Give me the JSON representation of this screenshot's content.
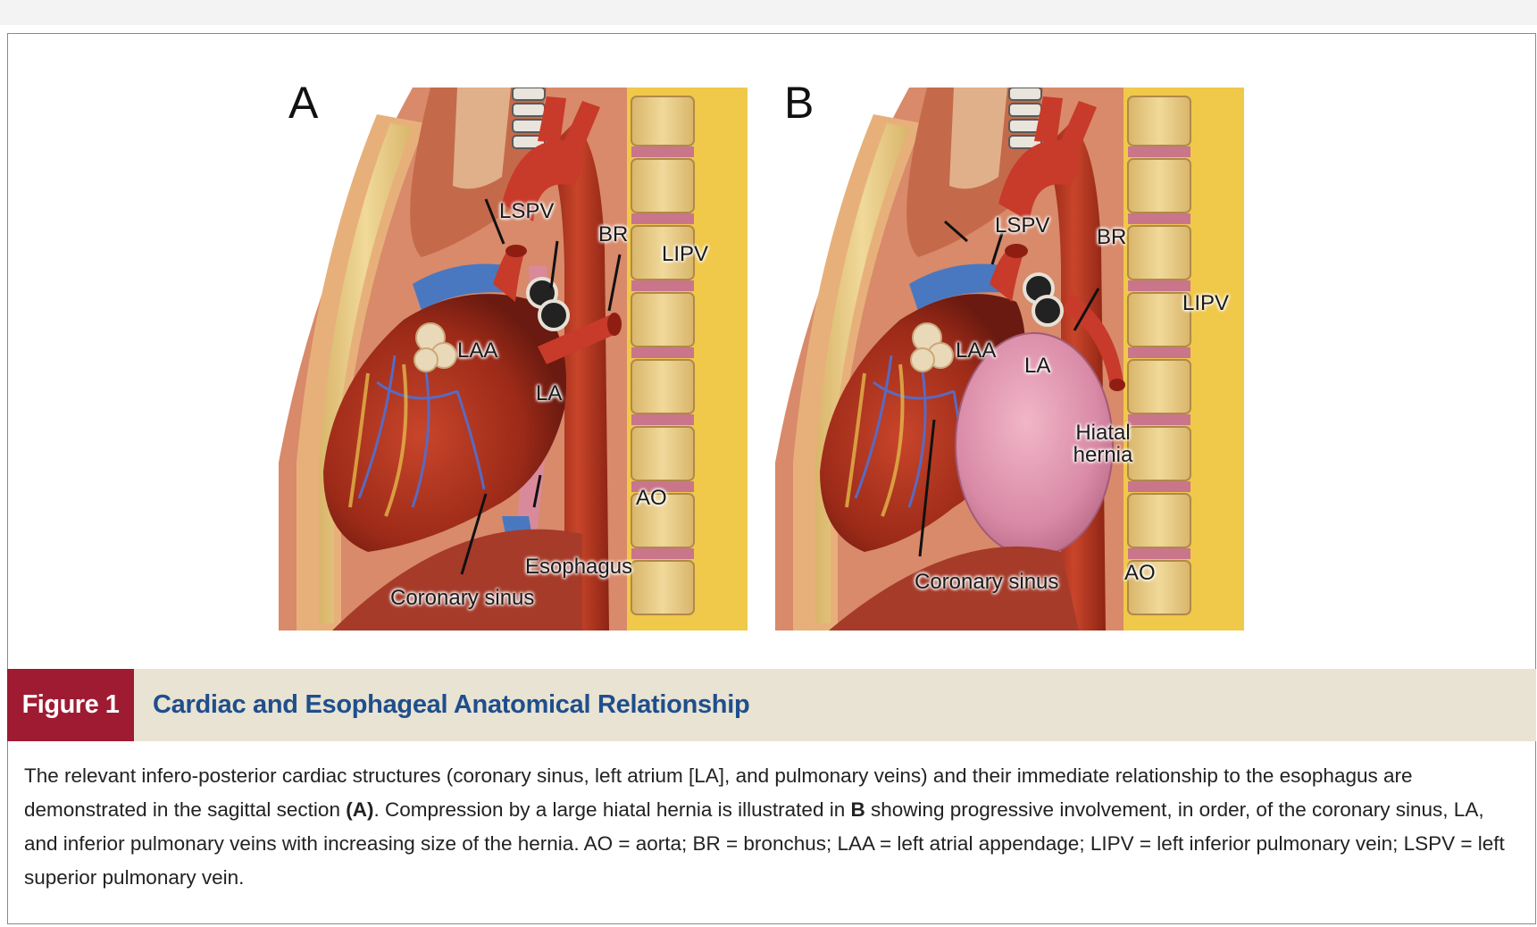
{
  "panels": {
    "a": {
      "letter": "A",
      "labels": {
        "lspv": "LSPV",
        "br": "BR",
        "lipv": "LIPV",
        "laa": "LAA",
        "la": "LA",
        "ao": "AO",
        "esophagus": "Esophagus",
        "coronary_sinus": "Coronary sinus"
      }
    },
    "b": {
      "letter": "B",
      "labels": {
        "lspv": "LSPV",
        "br": "BR",
        "lipv": "LIPV",
        "laa": "LAA",
        "la": "LA",
        "hiatal_hernia": "Hiatal hernia",
        "coronary_sinus": "Coronary sinus",
        "ao": "AO"
      }
    }
  },
  "figure": {
    "tag": "Figure 1",
    "title": "Cardiac and Esophageal Anatomical Relationship"
  },
  "caption": {
    "part1": "The relevant infero-posterior cardiac structures (coronary sinus, left atrium [LA], and pulmonary veins) and their immediate relationship to the esophagus are demonstrated in the sagittal section ",
    "ref_a": "(A)",
    "part2": ". Compression by a large hiatal hernia is illustrated in ",
    "ref_b": "B",
    "part3": " showing progressive involvement, in order, of the coronary sinus, LA, and inferior pulmonary veins with increasing size of the hernia. AO = aorta; BR = bronchus; LAA = left atrial appendage; LIPV = left inferior pulmonary vein; LSPV = left superior pulmonary vein."
  },
  "colors": {
    "figure_tag_bg": "#9e1b32",
    "title_text": "#1f4e8c",
    "caption_bar_bg": "#e8e3d3",
    "heart": "#b5311f",
    "vessel": "#c83a2a",
    "vein_blue": "#4a78c0",
    "hernia": "#d98aa6",
    "spine_bone": "#e9cf8e"
  }
}
